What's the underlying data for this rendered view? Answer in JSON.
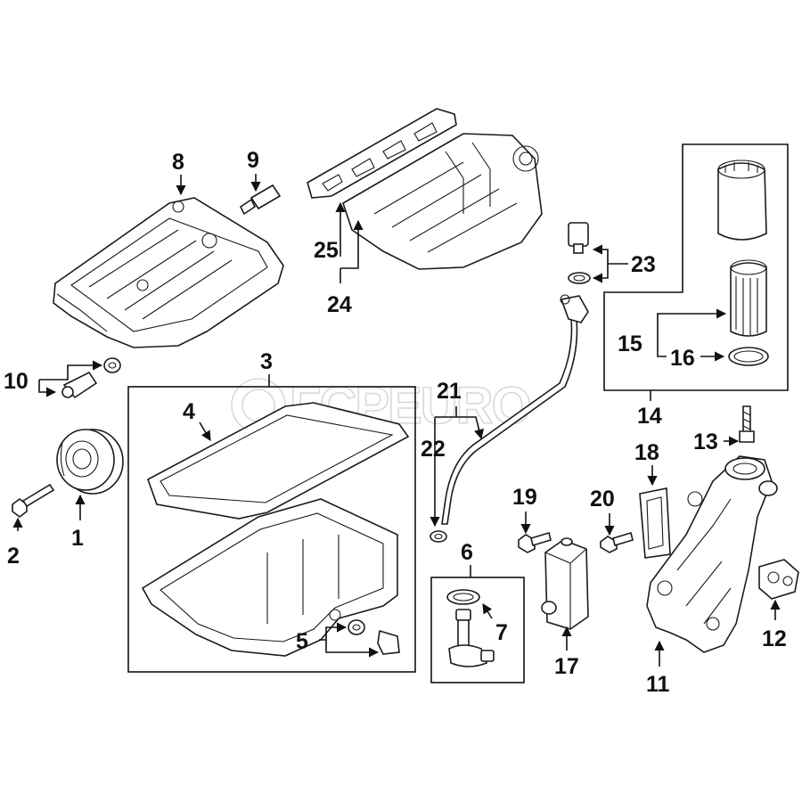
{
  "watermark": "FCPEURO",
  "callouts": {
    "c1": "1",
    "c2": "2",
    "c3": "3",
    "c4": "4",
    "c5": "5",
    "c6": "6",
    "c7": "7",
    "c8": "8",
    "c9": "9",
    "c10": "10",
    "c11": "11",
    "c12": "12",
    "c13": "13",
    "c14": "14",
    "c15": "15",
    "c16": "16",
    "c17": "17",
    "c18": "18",
    "c19": "19",
    "c20": "20",
    "c21": "21",
    "c22": "22",
    "c23": "23",
    "c24": "24",
    "c25": "25"
  }
}
